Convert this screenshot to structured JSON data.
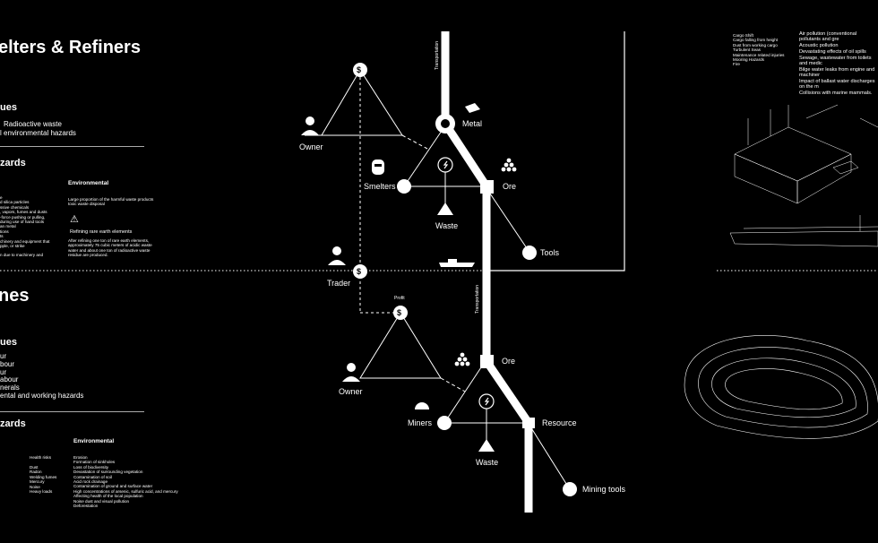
{
  "smelters_section": {
    "title": "elters & Refiners",
    "issues_heading": "ues",
    "issues": [
      "Radioactive waste",
      "l environmental hazards"
    ],
    "hazards_heading": "zards",
    "health_list": [
      "e",
      "d silica particles",
      "ssive chemicals",
      ", vapors, fumes and dusts",
      "-force pushing or pulling,",
      "during use of hand tools",
      "an metal",
      "tions",
      "ts",
      "chinery and equipment that",
      "pple, or strike",
      "",
      "n due to machinery and"
    ],
    "environmental_heading": "Environmental",
    "environmental_text": [
      "Large proportion of the harmful waste products",
      "toxic waste disposal"
    ],
    "warning_title": "Refining rare earth elements",
    "warning_text": [
      "After refining one ton of rare earth elements,",
      "approximately 75 cubic meters of acidic waste",
      "water and about one ton of radioactive waste",
      "residue are produced."
    ]
  },
  "mines_section": {
    "title": "nes",
    "issues_heading": "ues",
    "issues": [
      "ur",
      "bour",
      "ur",
      "abour",
      "nerals",
      "ental and working hazards"
    ],
    "hazards_heading": "zards",
    "health_heading": "Health risks",
    "health_list": [
      "Dust",
      "Radon",
      "Welding fumes",
      "Mercury",
      "Noise",
      "Heavy loads"
    ],
    "environmental_heading": "Environmental",
    "environmental_list": [
      "Erosion",
      "Formation of sinkholes",
      "Loss of biodiversity",
      "Devastation of surrounding vegetation",
      "Contamination of soil",
      "Acid rock drainage",
      "Contamination of ground and surface water",
      "High concentrations of arsenic, sulfuric acid, and mercury",
      "Affecting health of the local population",
      "Noise dust and visual pollution",
      "Deforestation"
    ]
  },
  "shipping_section": {
    "working_hazards": [
      "Cargo Shift",
      "Cargo falling from height",
      "Dust from working cargo",
      "Turbulent Seas",
      "Maintenance related injuries",
      "Mooring Hazards",
      "Fire"
    ],
    "environmental": [
      "Air pollution (conventional pollutants and gre",
      "Acoustic pollution",
      "Devastating effects of oil spills",
      "Sewage, wastewater from toilets and medic",
      "Bilge water leaks from engine and machiner",
      "Impact of ballast water discharges on the m",
      "Collisions with marine mammals."
    ]
  },
  "diagram": {
    "transportation_top": "Transportation",
    "transportation_mid": "Transportation",
    "owner_top": "Owner",
    "metal": "Metal",
    "smelters": "Smelters",
    "ore_top": "Ore",
    "waste_top": "Waste",
    "tools": "Tools",
    "trader": "Trader",
    "profit": "Profit",
    "owner_bottom": "Owner",
    "ore_bottom": "Ore",
    "miners": "Miners",
    "resource": "Resource",
    "waste_bottom": "Waste",
    "mining_tools": "Mining tools",
    "dollar": "$"
  }
}
